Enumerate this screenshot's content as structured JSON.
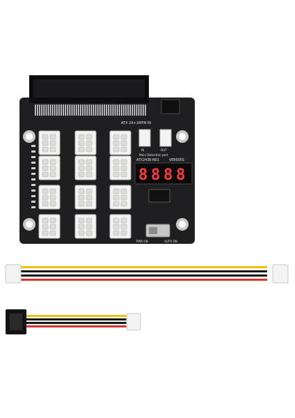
{
  "product": {
    "silkscreen": {
      "connector_label": "ATX 24+16PIN IN",
      "fan_in": "IN",
      "fan_out": "OUT",
      "detection": "Main Detection port",
      "model": "ATX2436-N01",
      "version": "VER005S",
      "pwr_on": "PWR ON",
      "auto_on": "AUTO ON"
    },
    "display": {
      "digits": [
        "8",
        "8",
        "8",
        "8"
      ]
    },
    "colors": {
      "pcb": "#1f1f22",
      "connector_white": "#f3f3f1",
      "wire_yellow": "#f2c200",
      "wire_black": "#151515",
      "wire_red": "#d8332a",
      "led_red": "#ff3b3b"
    }
  }
}
